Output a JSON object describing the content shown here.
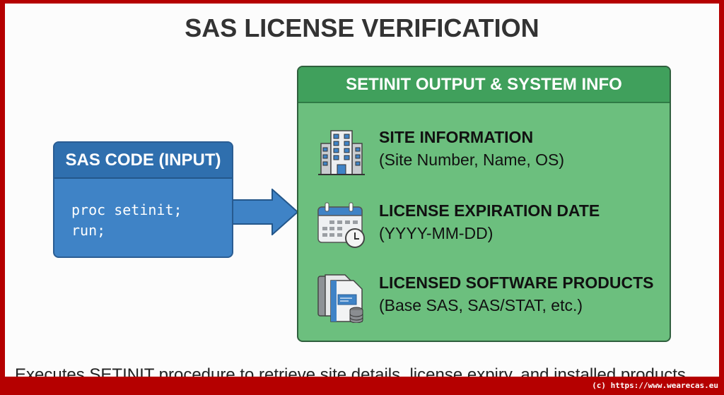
{
  "title": "SAS LICENSE VERIFICATION",
  "input_box": {
    "header": "SAS CODE (INPUT)",
    "code_lines": [
      "proc setinit;",
      "run;"
    ]
  },
  "output_box": {
    "header": "SETINIT OUTPUT & SYSTEM INFO",
    "items": [
      {
        "icon": "building-icon",
        "title": "SITE INFORMATION",
        "subtitle": "(Site Number, Name, OS)"
      },
      {
        "icon": "calendar-clock-icon",
        "title": "LICENSE EXPIRATION DATE",
        "subtitle": "(YYYY-MM-DD)"
      },
      {
        "icon": "documents-database-icon",
        "title": "LICENSED SOFTWARE PRODUCTS",
        "subtitle": "(Base SAS, SAS/STAT, etc.)"
      }
    ]
  },
  "footer_text": "Executes SETINIT procedure to retrieve site details, license expiry, and installed products",
  "credit": "(c) https://www.wearecas.eu",
  "colors": {
    "frame": "#b50000",
    "input_blue": "#3f83c6",
    "output_green": "#6cbf7e",
    "output_header": "#40a05c"
  }
}
